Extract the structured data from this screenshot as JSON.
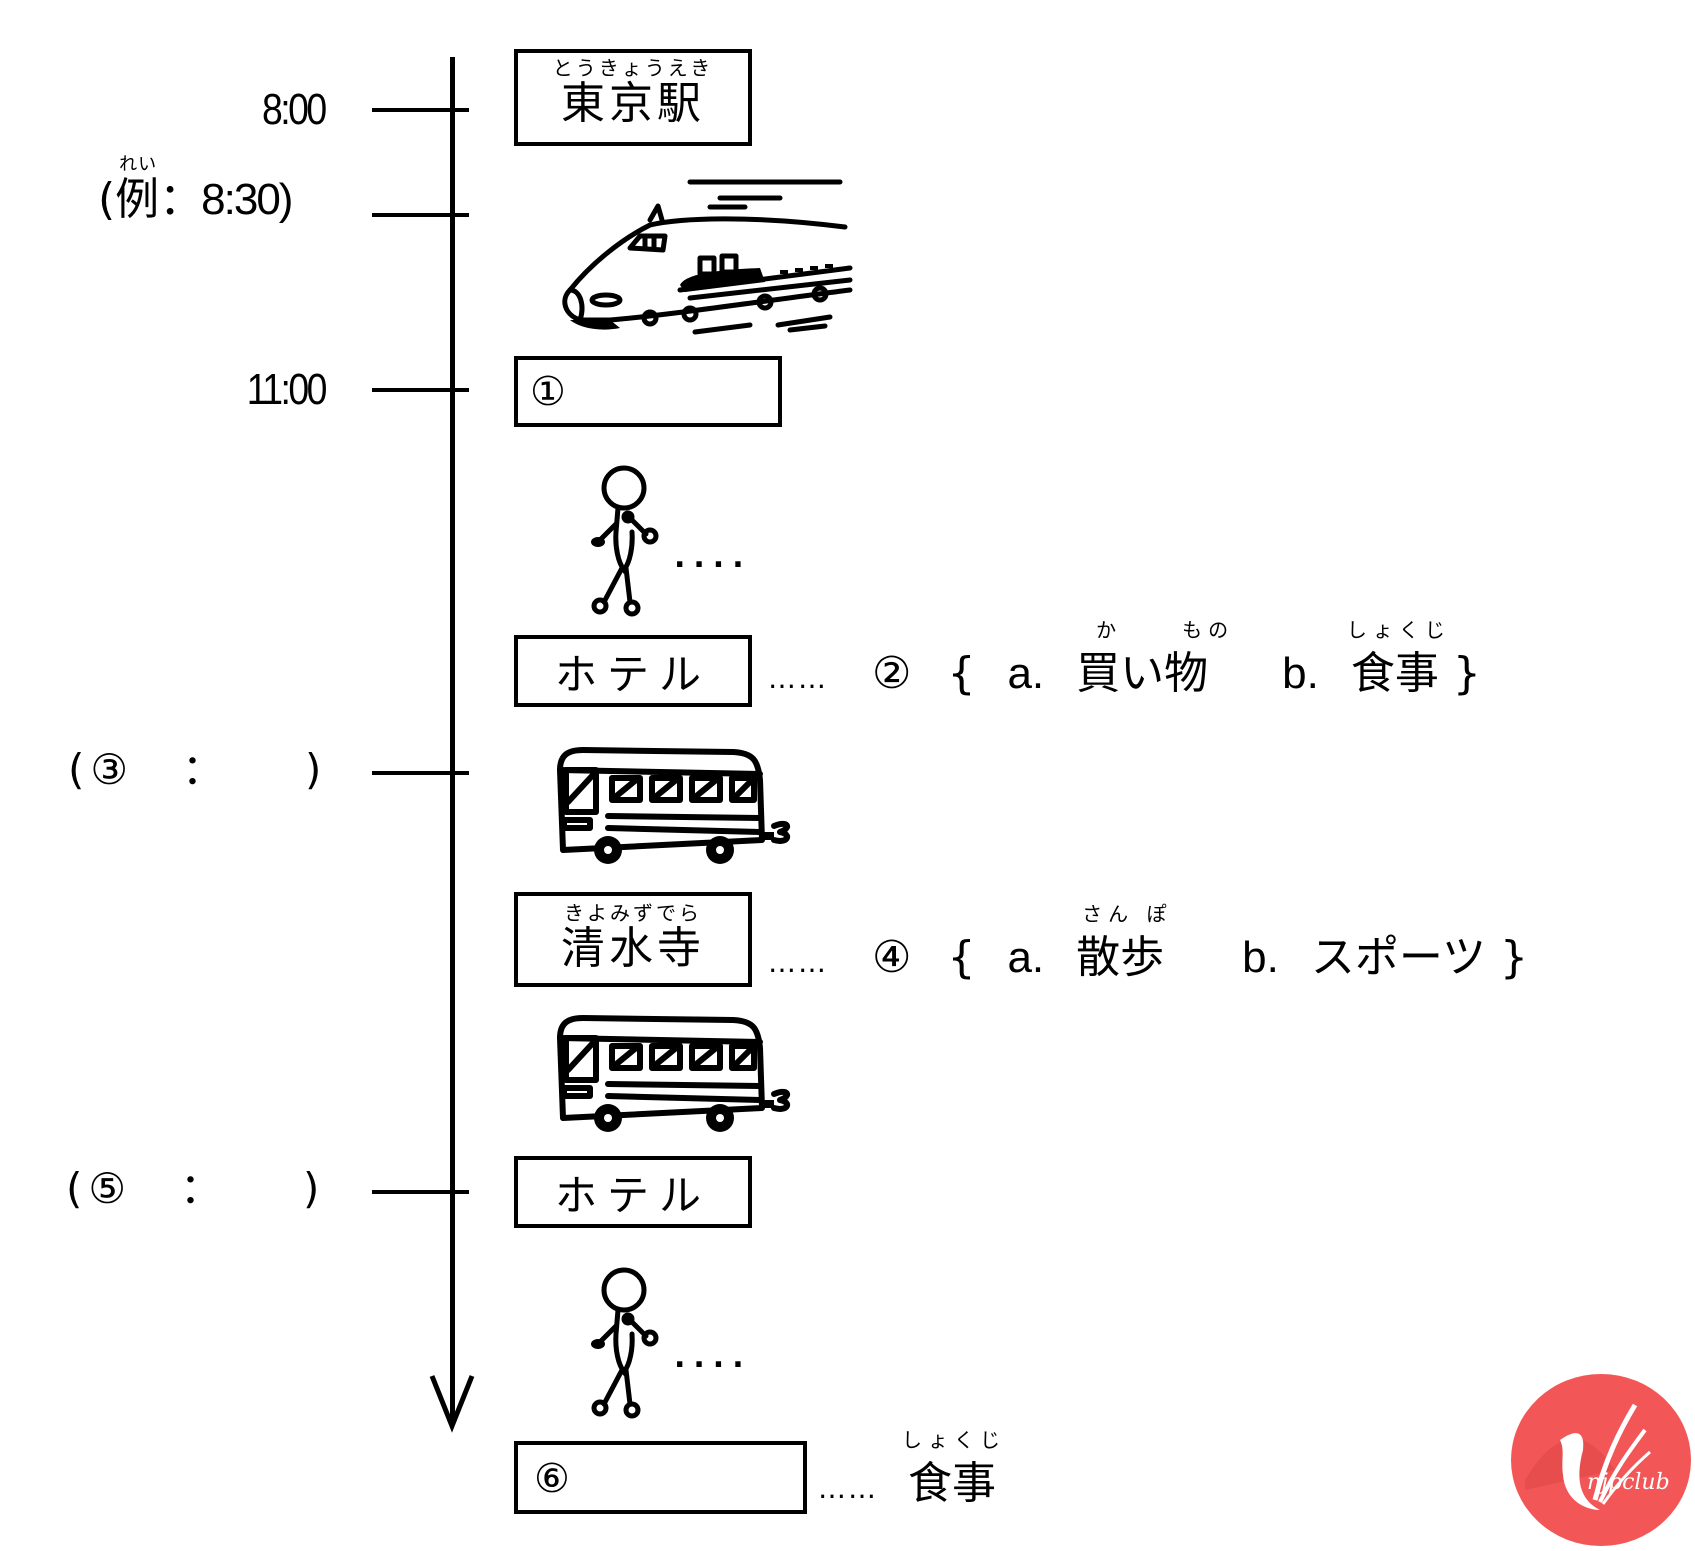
{
  "timeline": {
    "times": {
      "t1": "8:00",
      "example_open": "(",
      "example_word": "例",
      "example_ruby": "れい",
      "example_value": "：8:30)",
      "t3": "11:00",
      "q3": "(③　：　　)",
      "q5": "(⑤　：　　)"
    },
    "stops": {
      "tokyo": {
        "ruby": "とうきょうえき",
        "label": "東京駅"
      },
      "q1": {
        "label": "①"
      },
      "hotel1": {
        "label": "ホテル"
      },
      "kiyomizu": {
        "ruby": "きよみずでら",
        "label": "清水寺"
      },
      "hotel2": {
        "label": "ホテル"
      },
      "q6": {
        "label": "⑥"
      }
    },
    "transport": [
      "bullet-train",
      "walk",
      "bus",
      "bus",
      "walk"
    ]
  },
  "questions": {
    "q2": {
      "leader": "……",
      "number": "②",
      "open": "{",
      "a_label": "a.",
      "a_text": "買い物",
      "a_ruby_1": "か",
      "a_ruby_2": "もの",
      "b_label": "b.",
      "b_text": "食事",
      "b_ruby": "しょくじ",
      "close": "}"
    },
    "q4": {
      "leader": "……",
      "number": "④",
      "open": "{",
      "a_label": "a.",
      "a_text": "散歩",
      "a_ruby": "さん ぽ",
      "b_label": "b.",
      "b_text": "スポーツ",
      "close": "}"
    },
    "q6": {
      "leader": "……",
      "text": "食事",
      "ruby": "しょくじ"
    }
  },
  "walk_dots": "....",
  "logo": {
    "text": "njpclub",
    "color": "#f25656"
  }
}
